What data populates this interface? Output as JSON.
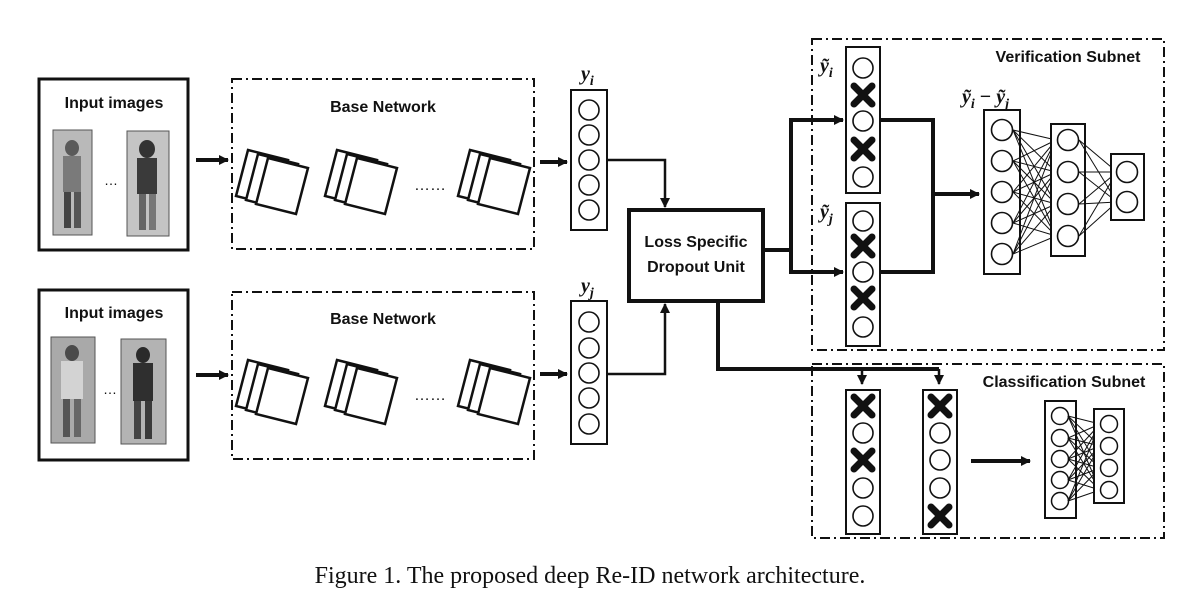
{
  "figure": {
    "caption": "Figure 1. The proposed deep Re-ID network architecture."
  },
  "inputs": {
    "top_label": "Input images",
    "bottom_label": "Input images",
    "ellipsis": "…"
  },
  "base_network": {
    "top_label": "Base Network",
    "bottom_label": "Base Network",
    "ellipsis": "……"
  },
  "features": {
    "top_symbol": "y",
    "top_subscript": "i",
    "bottom_symbol": "y",
    "bottom_subscript": "j"
  },
  "dropout_unit": {
    "line1": "Loss Specific",
    "line2": "Dropout Unit"
  },
  "verification": {
    "title": "Verification Subnet",
    "top_symbol": "ỹ",
    "top_subscript": "i",
    "bottom_symbol": "ỹ",
    "bottom_subscript": "j",
    "diff_a": "ỹ",
    "diff_a_sub": "i",
    "diff_op": " − ",
    "diff_b": "ỹ",
    "diff_b_sub": "j"
  },
  "classification": {
    "title": "Classification Subnet"
  },
  "colors": {
    "stroke": "#111111",
    "background": "#ffffff"
  }
}
